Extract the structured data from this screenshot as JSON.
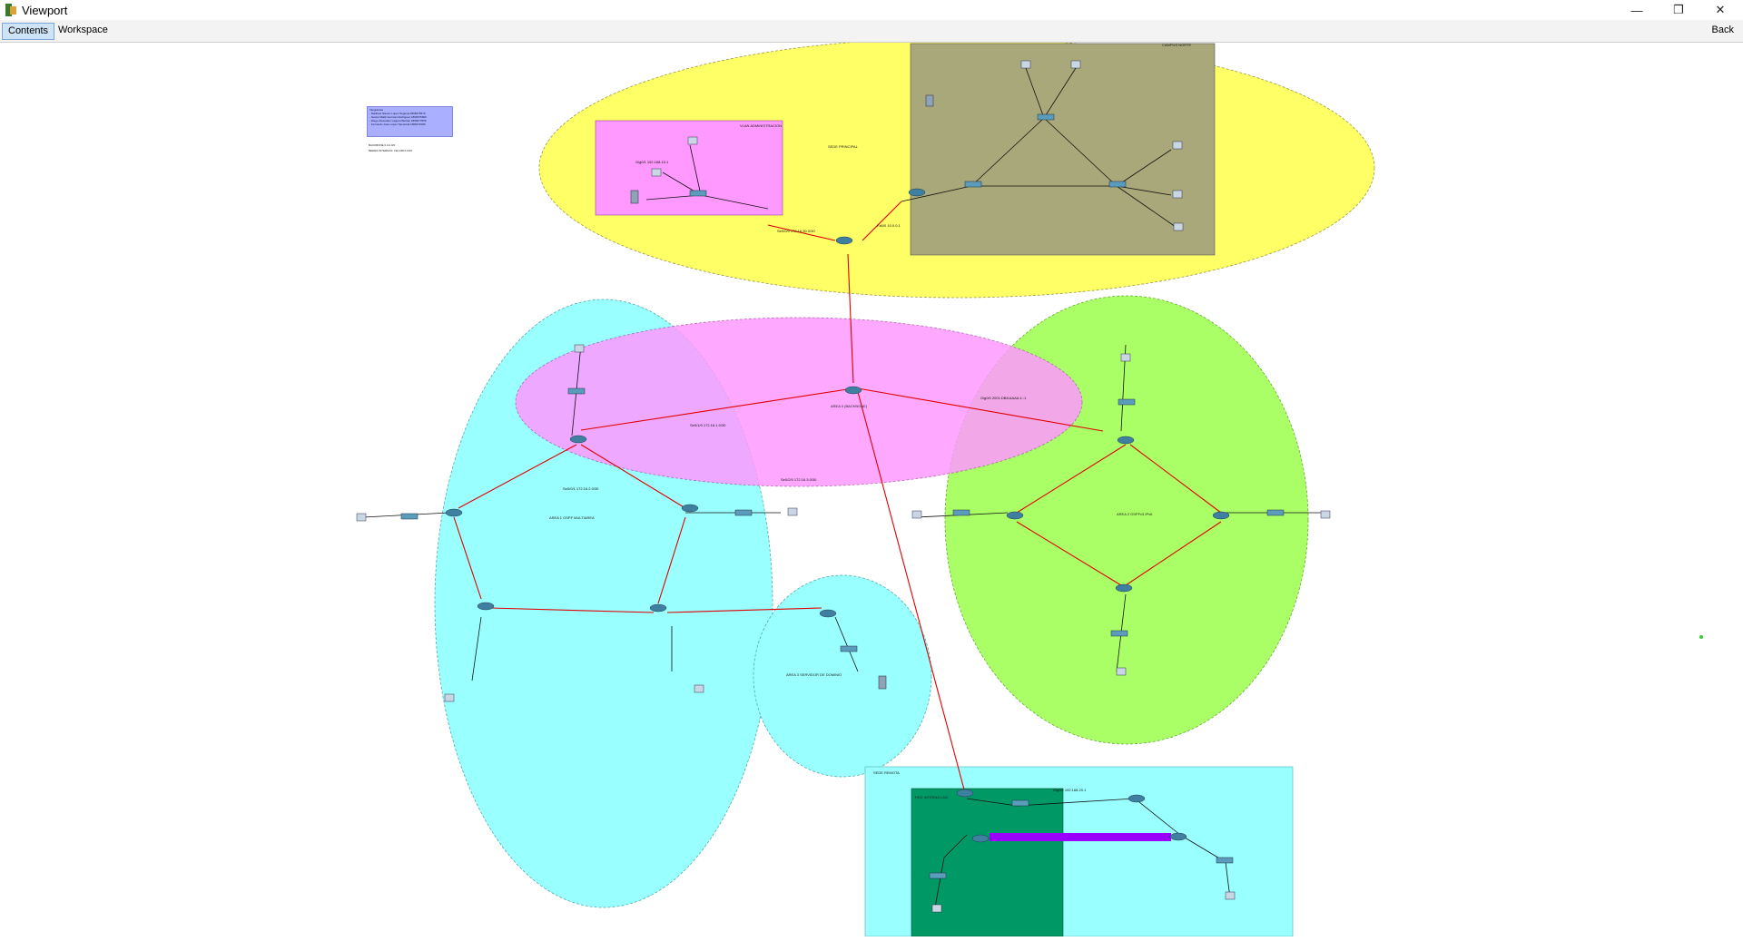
{
  "window": {
    "title": "Viewport",
    "minimize_glyph": "—",
    "maximize_glyph": "❐",
    "close_glyph": "✕"
  },
  "toolbar": {
    "tabs": [
      {
        "label": "Contents",
        "active": true
      },
      {
        "label": "Workspace",
        "active": false
      }
    ],
    "back_label": "Back"
  },
  "legend": {
    "heading": "Integrantes",
    "members": [
      "- Matthew Steven Lopez Segovia 1808475979",
      "- Nestor Malik Guzman Rodriguez 1808475960",
      "- Diego Alexander Laguna Beltran 1808477856",
      "- Fernando Jose Lopez Sandoval 1808470026"
    ]
  },
  "notes": [
    "BACKBONE 0.0.0.0/0",
    "REDES INTERNAS: 192.168.0.0/16"
  ],
  "zones": {
    "top_label": "SEDE PRINCIPAL",
    "vlan_box_label": "VLAN ADMINISTRACION",
    "olive_label": "CAMPUS NORTE",
    "core_label": "AREA 0 (BACKBONE)",
    "left_label": "AREA 1\nOSPF MULTIAREA",
    "right_label": "AREA 2\nOSPFv3 IPv6",
    "small_label": "AREA 3\nSERVIDOR DE DOMINIO",
    "bottom_label": "SEDE REMOTA",
    "dark_label": "RED INTERNA LAN"
  },
  "links": [
    "Se0/0/0 172.16.30.0/30",
    "Fa0/0 10.0.0.1",
    "Gig0/1 192.168.10.1",
    "Se0/1/0 172.16.1.0/30",
    "Gig0/0 2001:DB8:AAAA:1::1",
    "Se0/0/1 172.16.2.0/30",
    "Se0/2/0 172.16.3.0/30",
    "Gig0/2 192.168.20.1"
  ],
  "colors": {
    "yellow_zone": "#ffff66",
    "pink_zone": "#ff99ff",
    "cyan_zone": "#99ffff",
    "green_zone": "#aaff66",
    "olive_box": "#a8a87a",
    "dark_green_box": "#009966",
    "purple_tunnel": "#9900ff",
    "red_link": "#e00000"
  }
}
